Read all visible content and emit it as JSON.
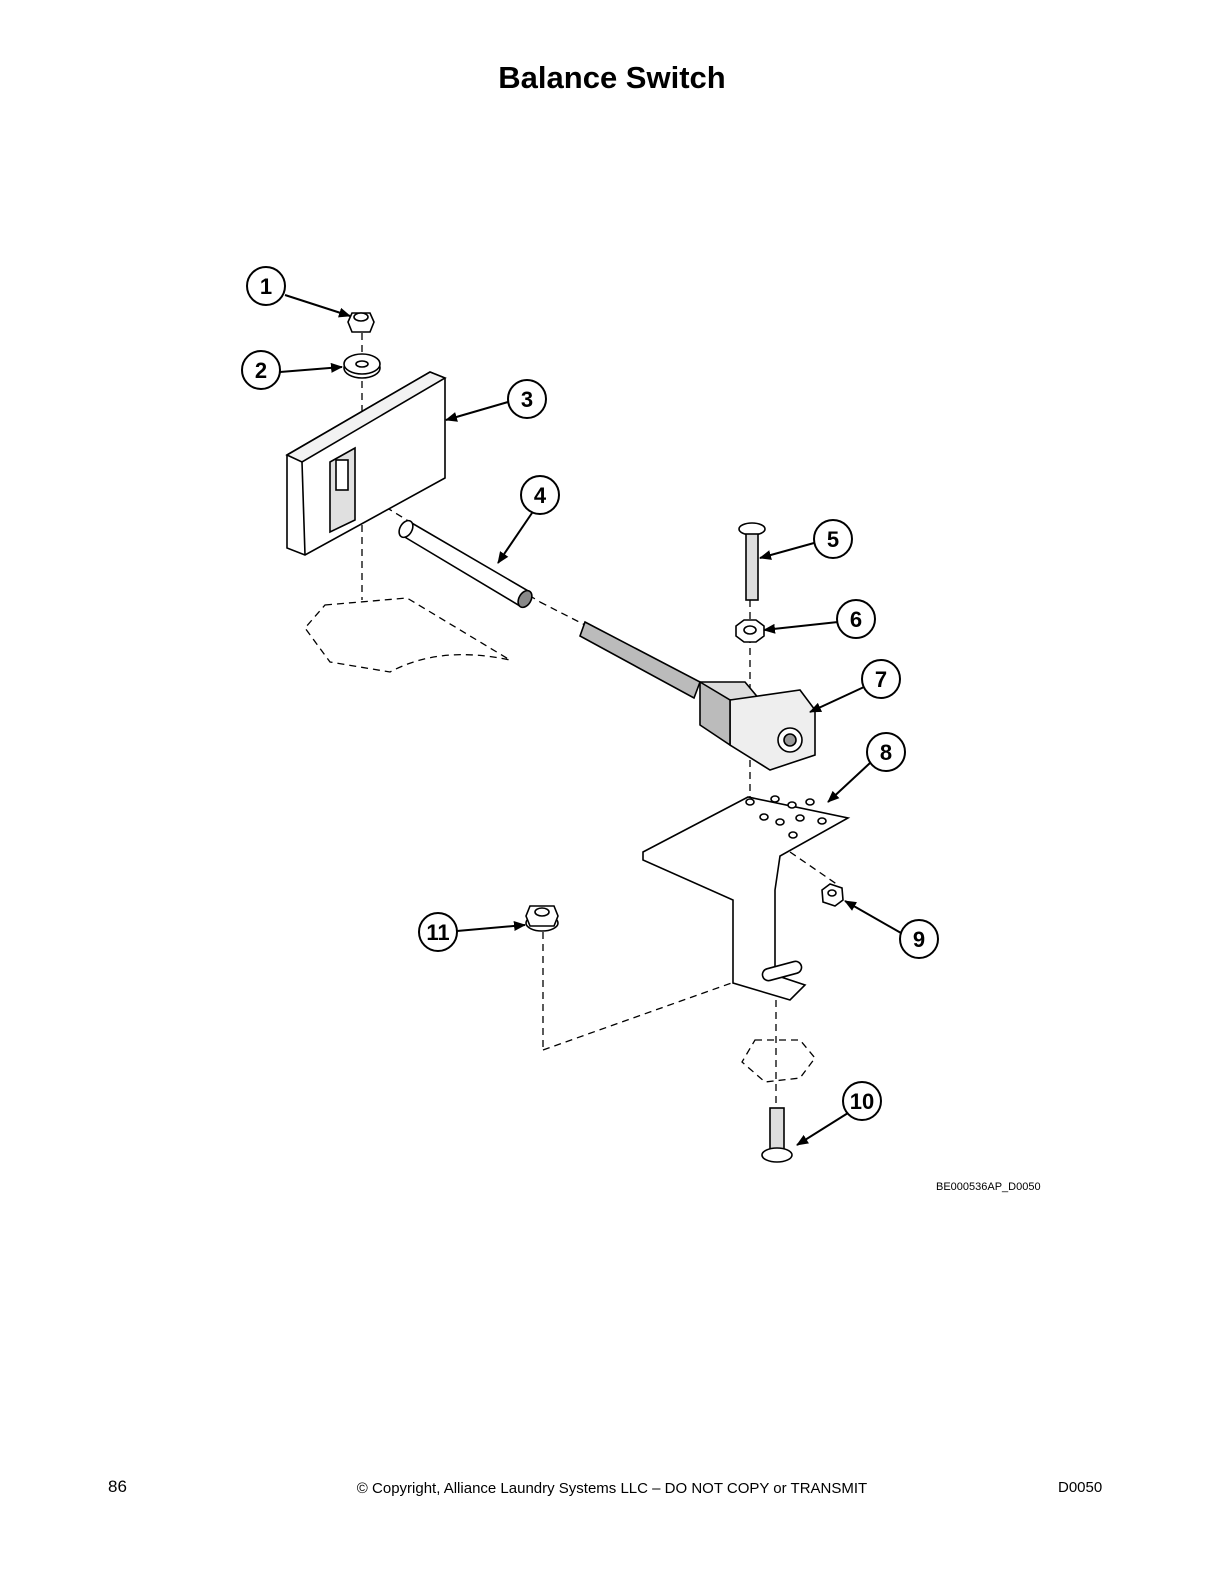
{
  "page": {
    "title": "Balance Switch",
    "figure_code": "BE000536AP_D0050",
    "page_number": "86",
    "copyright": "© Copyright, Alliance Laundry Systems LLC – DO NOT COPY or TRANSMIT",
    "doc_code": "D0050"
  },
  "callouts": [
    "1",
    "2",
    "3",
    "4",
    "5",
    "6",
    "7",
    "8",
    "9",
    "10",
    "11"
  ]
}
